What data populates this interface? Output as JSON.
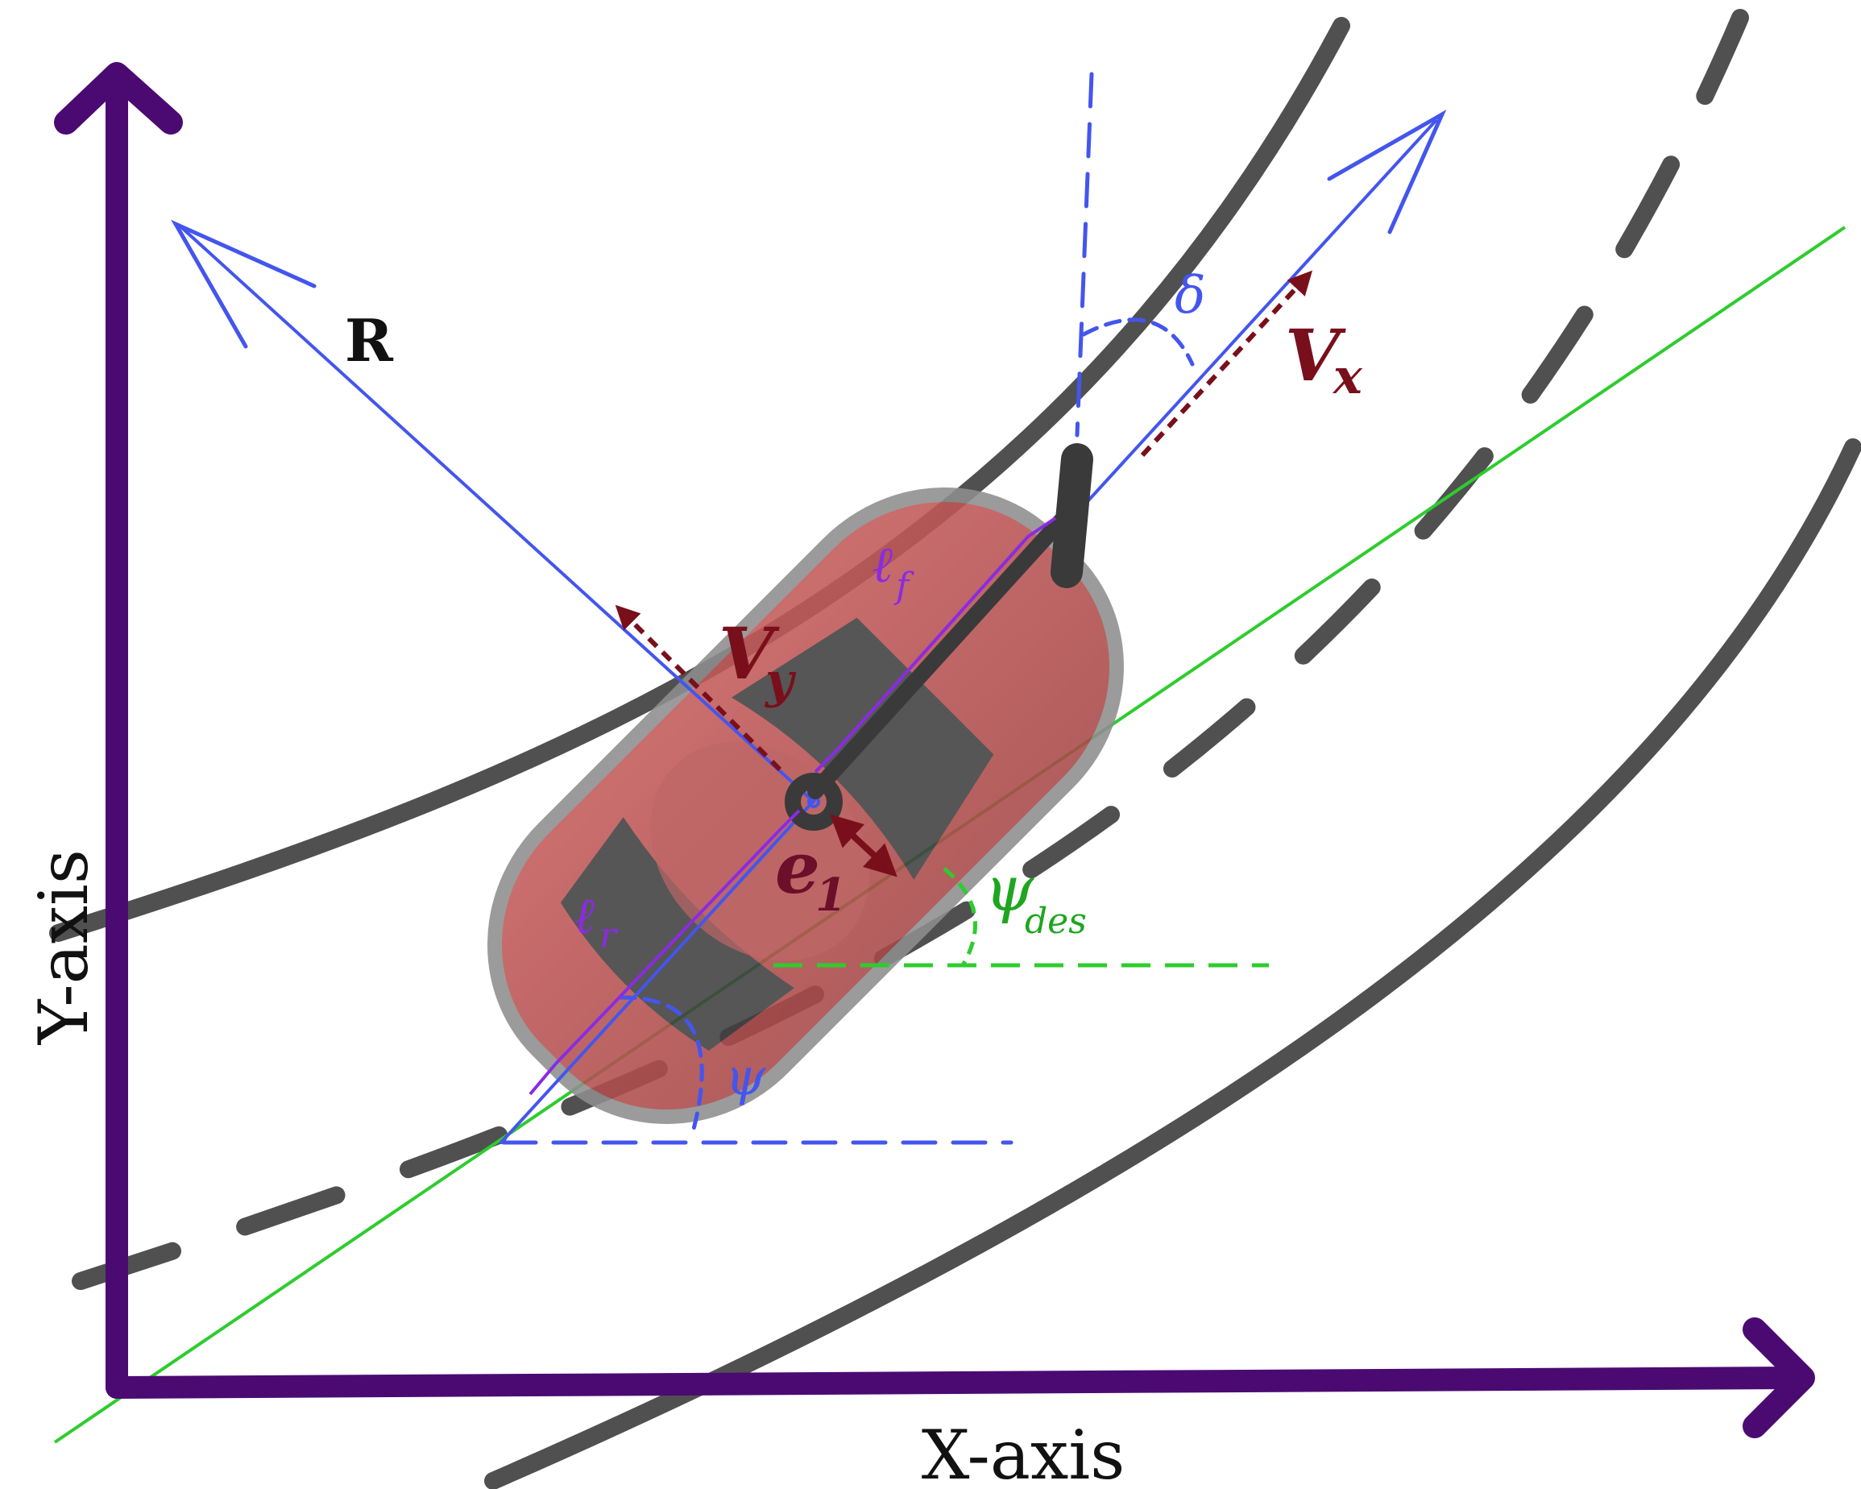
{
  "axes": {
    "x_label": "X-axis",
    "y_label": "Y-axis"
  },
  "labels": {
    "R": "R",
    "Vx_main": "V",
    "Vx_sub": "x",
    "Vy_main": "V",
    "Vy_sub": "y",
    "delta": "δ",
    "lf_main": "ℓ",
    "lf_sub": "f",
    "lr_main": "ℓ",
    "lr_sub": "r",
    "e1_main": "e",
    "e1_sub": "1",
    "psi_des_main": "ψ",
    "psi_des_sub": "des",
    "psi": "ψ"
  },
  "colors": {
    "axis": "#4b0a72",
    "road": "#505050",
    "blue": "#4455ee",
    "dark_red": "#7a0f1c",
    "green": "#2ecc2e",
    "purple": "#8a2be2",
    "car_body": "#b24a4a"
  }
}
